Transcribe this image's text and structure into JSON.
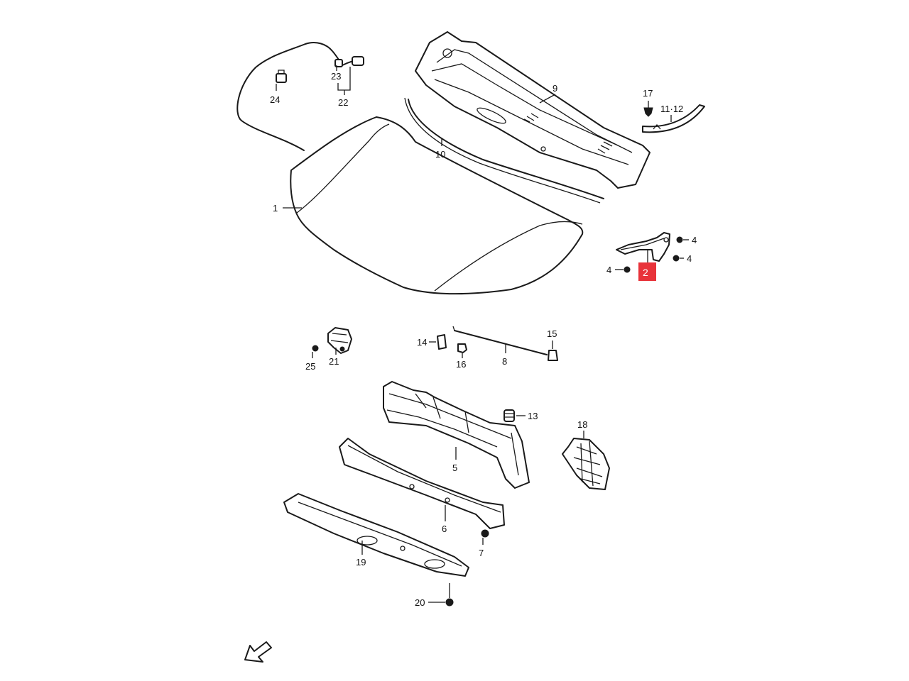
{
  "callouts": {
    "p1": "1",
    "p2": "2",
    "p4a": "4",
    "p4b": "4",
    "p4c": "4",
    "p5": "5",
    "p6": "6",
    "p7": "7",
    "p8": "8",
    "p9": "9",
    "p10": "10",
    "p11_12": "11·12",
    "p13": "13",
    "p14": "14",
    "p15": "15",
    "p16": "16",
    "p17": "17",
    "p18": "18",
    "p19": "19",
    "p20": "20",
    "p21": "21",
    "p22": "22",
    "p23": "23",
    "p24": "24",
    "p25": "25"
  },
  "highlighted_part": "2",
  "colors": {
    "highlight": "#e8333a",
    "line": "#1a1a1a",
    "background": "#ffffff"
  },
  "icons": {
    "direction_arrow": "front-direction-arrow-icon"
  }
}
